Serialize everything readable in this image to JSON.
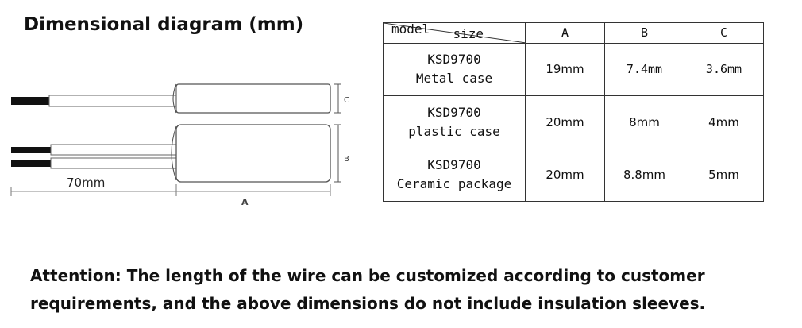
{
  "title": "Dimensional diagram (mm)",
  "diagram": {
    "label_c": "C",
    "label_b": "B",
    "label_a": "A",
    "wire_length": "70mm"
  },
  "table": {
    "corner_top": "size",
    "corner_bottom": "model",
    "columns": [
      "A",
      "B",
      "C"
    ],
    "rows": [
      {
        "model_line1": "KSD9700",
        "model_line2": "Metal case",
        "a": "19mm",
        "b": "7.4mm",
        "c": "3.6mm"
      },
      {
        "model_line1": "KSD9700",
        "model_line2": "plastic case",
        "a": "20mm",
        "b": "8mm",
        "c": "4mm"
      },
      {
        "model_line1": "KSD9700",
        "model_line2": "Ceramic package",
        "a": "20mm",
        "b": "8.8mm",
        "c": "5mm"
      }
    ]
  },
  "note": "Attention: The length of the wire can be customized according to customer requirements, and the above dimensions do not include insulation sleeves."
}
